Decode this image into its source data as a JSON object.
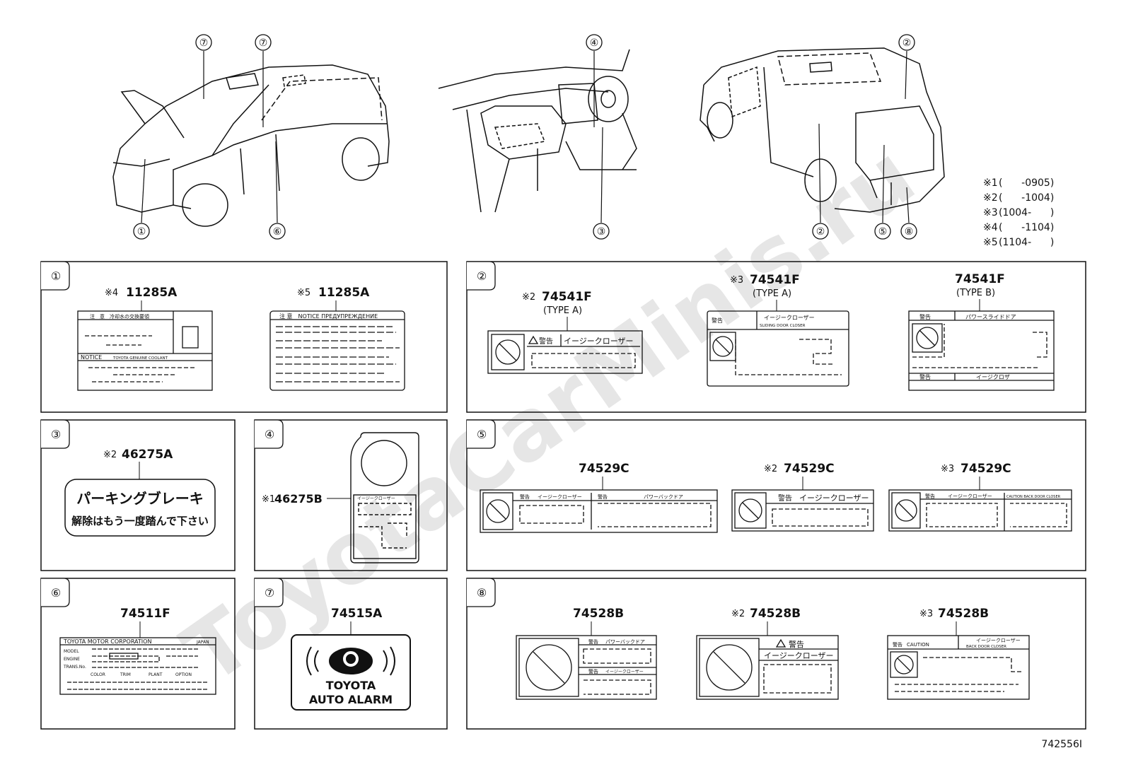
{
  "watermark": "ToyotaCarMinis.ru",
  "diagram_code": "742556I",
  "callouts": [
    "①",
    "②",
    "③",
    "④",
    "⑤",
    "⑥",
    "⑦",
    "⑧"
  ],
  "legend": [
    {
      "mark": "※1",
      "text": "(      -0905)"
    },
    {
      "mark": "※2",
      "text": "(      -1004)"
    },
    {
      "mark": "※3",
      "text": "(1004-      )"
    },
    {
      "mark": "※4",
      "text": "(      -1104)"
    },
    {
      "mark": "※5",
      "text": "(1104-      )"
    }
  ],
  "panels": {
    "p1": {
      "num": "①",
      "items": [
        {
          "mark": "※4",
          "part": "11285A",
          "hdr": "注　意　冷却水の交換要領",
          "notice": "NOTICE",
          "coolant": "TOYOTA GENUINE COOLANT"
        },
        {
          "mark": "※5",
          "part": "11285A",
          "hdr": "注 意　NOTICE ПРЕДУПРЕЖДЕНИЕ"
        }
      ]
    },
    "p2": {
      "num": "②",
      "items": [
        {
          "mark": "※2",
          "part": "74541F",
          "type": "(TYPE A)",
          "warn": "警告",
          "label": "イージークローザー"
        },
        {
          "mark": "※3",
          "part": "74541F",
          "type": "(TYPE A)",
          "warn": "警告",
          "label": "イージークローザー",
          "label2": "SLIDING DOOR CLOSER"
        },
        {
          "mark": "",
          "part": "74541F",
          "type": "(TYPE B)",
          "warn": "警告",
          "label": "パワースライドドア",
          "warn2": "警告",
          "label2": "イージクロザ"
        }
      ]
    },
    "p3": {
      "num": "③",
      "mark": "※2",
      "part": "46275A",
      "line1": "パーキングブレーキ",
      "line2": "解除はもう一度踏んで下さい"
    },
    "p4": {
      "num": "④",
      "mark": "※1",
      "part": "46275B",
      "label": "イージークローザー"
    },
    "p5": {
      "num": "⑤",
      "items": [
        {
          "mark": "",
          "part": "74529C",
          "warn": "警告",
          "label": "イージークローザー",
          "warn2": "警告",
          "label2": "パワーバックドア"
        },
        {
          "mark": "※2",
          "part": "74529C",
          "warn": "警告",
          "label": "イージークローザー"
        },
        {
          "mark": "※3",
          "part": "74529C",
          "warn": "警告",
          "label": "イージークローザー",
          "label2": "CAUTION  BACK DOOR CLOSER"
        }
      ]
    },
    "p6": {
      "num": "⑥",
      "part": "74511F",
      "maker": "TOYOTA MOTOR CORPORATION",
      "made": "JAPAN",
      "rows": [
        "MODEL",
        "ENGINE",
        "TRANS.No."
      ],
      "cols": [
        "COLOR",
        "TRIM",
        "PLANT",
        "OPTION"
      ]
    },
    "p7": {
      "num": "⑦",
      "part": "74515A",
      "line1": "TOYOTA",
      "line2": "AUTO ALARM"
    },
    "p8": {
      "num": "⑧",
      "items": [
        {
          "mark": "",
          "part": "74528B",
          "warn": "警告",
          "label": "パワーバックドア",
          "warn2": "警告",
          "label2": "イージークローザー"
        },
        {
          "mark": "※2",
          "part": "74528B",
          "warn": "警告",
          "label": "イージークローザー"
        },
        {
          "mark": "※3",
          "part": "74528B",
          "warn": "警告",
          "caution": "CAUTION",
          "label": "イージークローザー",
          "label2": "BACK DOOR CLOSER"
        }
      ]
    }
  }
}
